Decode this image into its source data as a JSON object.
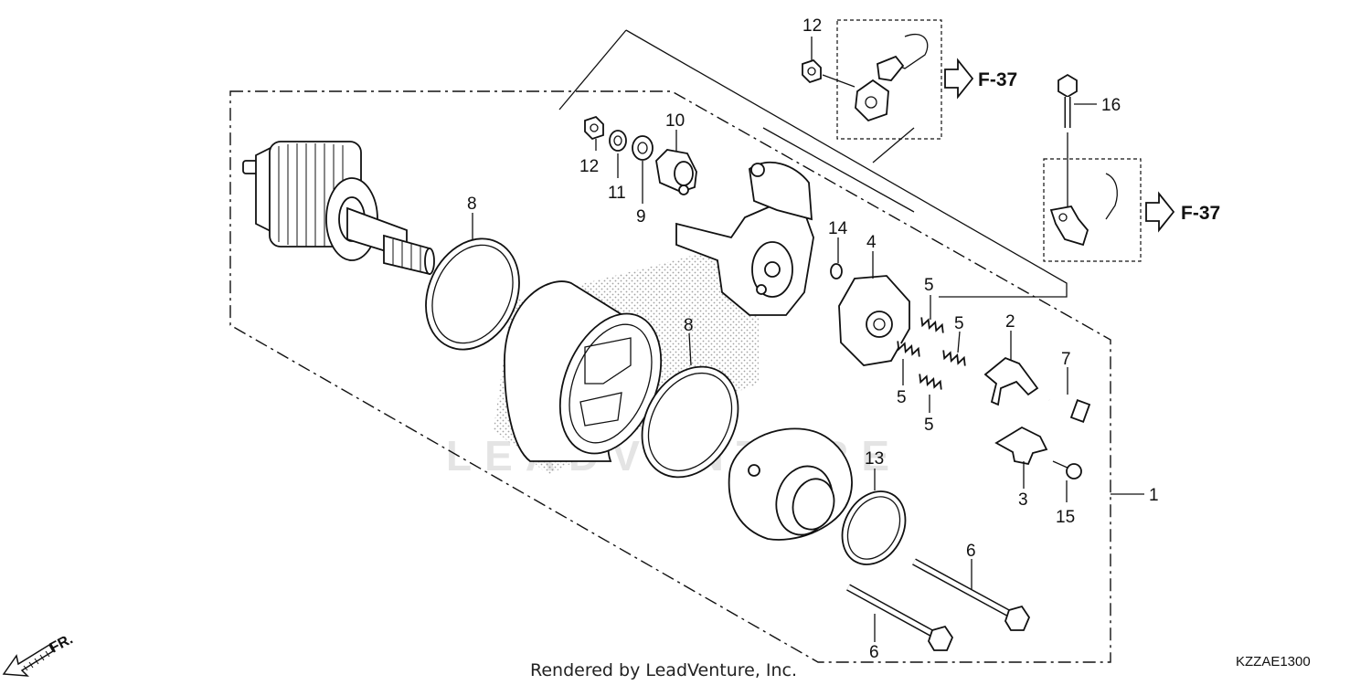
{
  "watermark": "LEADVENTURE",
  "callouts": {
    "c1": "1",
    "c2": "2",
    "c3": "3",
    "c4": "4",
    "c5a": "5",
    "c5b": "5",
    "c5c": "5",
    "c5d": "5",
    "c6a": "6",
    "c6b": "6",
    "c7": "7",
    "c8a": "8",
    "c8b": "8",
    "c9": "9",
    "c10": "10",
    "c11": "11",
    "c12a": "12",
    "c12b": "12",
    "c13": "13",
    "c14": "14",
    "c15": "15",
    "c16": "16"
  },
  "refs": {
    "ref_top": "F-37",
    "ref_mid": "F-37"
  },
  "front_label": "FR.",
  "footer": {
    "rendered_by": "Rendered by LeadVenture, Inc."
  },
  "diagram_code": "KZZAE1300",
  "icons": {
    "front": "front-direction-arrow-icon",
    "ref": "reference-arrow-icon"
  }
}
